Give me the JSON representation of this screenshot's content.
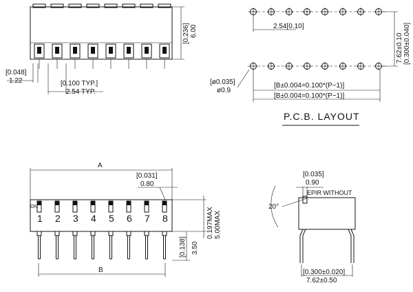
{
  "top_view": {
    "dim_height_in": "[0.236]",
    "dim_height_mm": "6.00",
    "dim_pitch_in": "[0.100 TYP.]",
    "dim_pitch_mm": "2.54 TYP.",
    "dim_pin_in": "[0.048]",
    "dim_pin_mm": "1.22"
  },
  "pcb_layout": {
    "title": "P.C.B. LAYOUT",
    "dim_pitch": "2.54[0.10]",
    "dim_row_mm": "7.62±0.10",
    "dim_row_in": "[0.300±0.040]",
    "dim_hole_in": "[ø0.035]",
    "dim_hole_mm": "ø0.9",
    "dim_b_in": "[B±0.004=0.100*(P−1)]",
    "dim_b_mm": "[B±0.004=0.100*(P−1)]"
  },
  "front_view": {
    "dim_a": "A",
    "dim_b": "B",
    "dim_top_in": "[0.031]",
    "dim_top_mm": "0.80",
    "dim_body_in": "0.197MAX",
    "dim_body_mm": "5.00MAX",
    "dim_leg_in": "[0.138]",
    "dim_leg_mm": "3.50",
    "pin_numbers": [
      "1",
      "2",
      "3",
      "4",
      "5",
      "6",
      "7",
      "8"
    ],
    "marking": "ON"
  },
  "side_view": {
    "dim_in": "[0.035]",
    "dim_mm": "0.90",
    "label": "EPIR WITHOUT",
    "angle": "20°",
    "dim_bottom_in": "[0.300±0.020]",
    "dim_bottom_mm": "7.62±0.50"
  }
}
